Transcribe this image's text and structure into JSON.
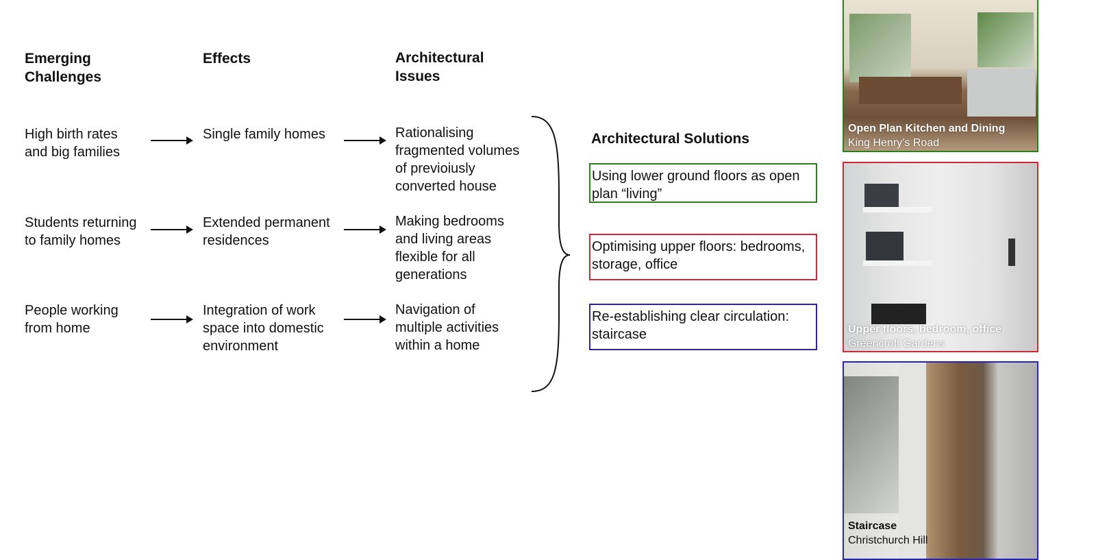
{
  "columns": {
    "challenges": {
      "title": "Emerging Challenges",
      "items": [
        "High birth rates and big families",
        "Students returning to family homes",
        "People working from home"
      ]
    },
    "effects": {
      "title": "Effects",
      "items": [
        "Single family homes",
        "Extended permanent residences",
        "Integration of work space into domestic environment"
      ]
    },
    "issues": {
      "title": "Architectural Issues",
      "items": [
        "Rationalising fragmented volumes of previoiusly converted house",
        "Making bedrooms and living areas flexible for all generations",
        "Navigation of multiple activities within a home"
      ]
    }
  },
  "solutions": {
    "title": "Architectural Solutions",
    "items": [
      {
        "text": "Using lower ground floors as open plan “living”",
        "color": "#2e7d1e"
      },
      {
        "text": "Optimising upper floors: bedrooms, storage, office",
        "color": "#d0263a"
      },
      {
        "text": "Re-establishing clear circulation: staircase",
        "color": "#2a22b8"
      }
    ]
  },
  "photos": [
    {
      "title": "Open Plan Kitchen and Dining",
      "subtitle": "King Henry’s Road",
      "color": "#2e7d1e"
    },
    {
      "title": "Upper floors, bedroom, office",
      "subtitle": "Greencroft Gardens",
      "color": "#d0263a"
    },
    {
      "title": "Staircase",
      "subtitle": "Christchurch Hill",
      "color": "#2a22b8"
    }
  ]
}
